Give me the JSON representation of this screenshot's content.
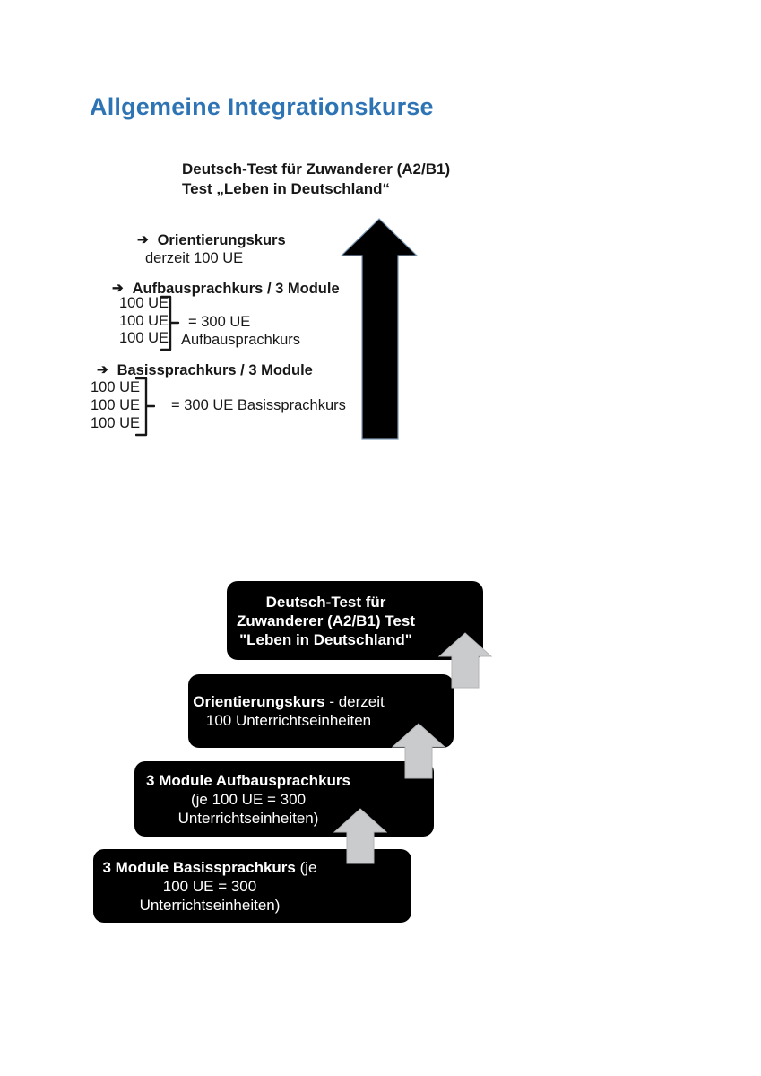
{
  "page": {
    "heading": "Allgemeine Integrationskurse"
  },
  "colors": {
    "heading_blue": "#2e74b5",
    "text_black": "#171717",
    "box_black": "#000000",
    "box_text_white": "#ffffff",
    "big_arrow_black": "#000000",
    "stair_arrow_gray": "#c9cbcd"
  },
  "ladder": {
    "header": {
      "line1": "Deutsch-Test für Zuwanderer (A2/B1)",
      "line2": "Test „Leben in Deutschland“"
    },
    "orientierungskurs": {
      "bullet": "➔",
      "title": "Orientierungskurs",
      "detail": "derzeit 100 UE"
    },
    "aufbausprachkurs": {
      "bullet": "➔",
      "title": "Aufbausprachkurs / 3 Module",
      "modules": [
        "100 UE",
        "100 UE",
        "100 UE"
      ],
      "sum_line1": "= 300 UE",
      "sum_line2": "Aufbausprachkurs"
    },
    "basissprachkurs": {
      "bullet": "➔",
      "title": "Basissprachkurs / 3 Module",
      "modules": [
        "100 UE",
        "100 UE",
        "100 UE"
      ],
      "sum": "= 300 UE Basissprachkurs"
    }
  },
  "stairs": {
    "box_test": {
      "line1": "Deutsch-Test für",
      "line2": "Zuwanderer (A2/B1) Test",
      "line3": "\"Leben in Deutschland\""
    },
    "box_orientierungskurs": {
      "title": "Orientierungskurs",
      "rest": " - derzeit",
      "line2": "100 Unterrichtseinheiten"
    },
    "box_aufbausprachkurs": {
      "title": "3 Module Aufbausprachkurs",
      "line2": "(je 100 UE = 300",
      "line3": "Unterrichtseinheiten)"
    },
    "box_basissprachkurs": {
      "title": "3 Module Basissprachkurs",
      "rest": " (je",
      "line2": "100 UE = 300",
      "line3": "Unterrichtseinheiten)"
    }
  }
}
